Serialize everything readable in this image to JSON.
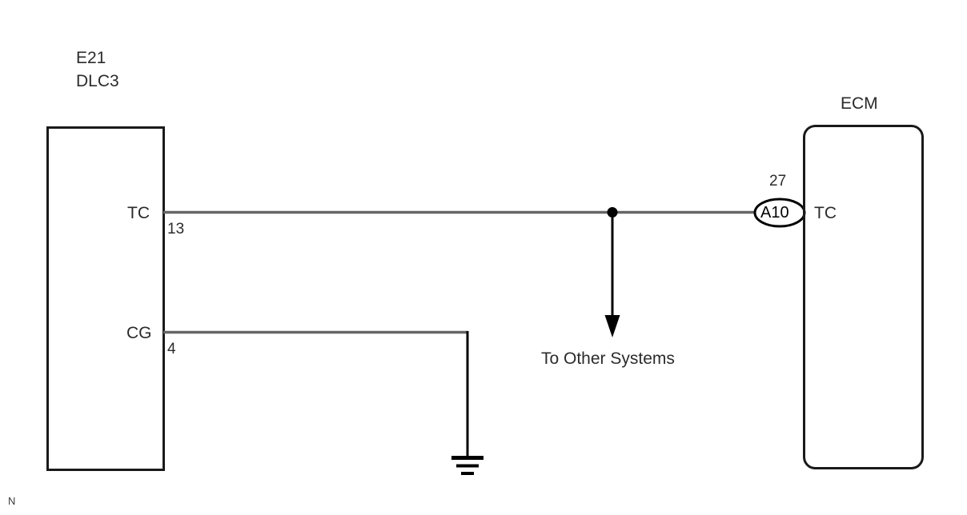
{
  "diagram": {
    "kind": "automotive-wiring-diagram",
    "colors": {
      "background": "#ffffff",
      "box_stroke": "#1a1a1a",
      "wire": "#666666",
      "wire_branch": "#000000",
      "text": "#2b2b2b"
    },
    "connectors": [
      {
        "id": "dlc3",
        "code": "E21",
        "name": "DLC3",
        "shape": "rectangle",
        "pins": [
          {
            "name": "TC",
            "number": "13"
          },
          {
            "name": "CG",
            "number": "4"
          }
        ]
      },
      {
        "id": "ecm",
        "name": "ECM",
        "shape": "rounded-rectangle",
        "pins": [
          {
            "name": "TC",
            "number": "27",
            "terminal": "A10"
          }
        ]
      }
    ],
    "annotations": [
      {
        "id": "to-other-systems",
        "text": "To Other Systems"
      }
    ],
    "symbols": [
      {
        "id": "ground",
        "type": "chassis-ground"
      },
      {
        "id": "junction",
        "type": "wire-junction-dot"
      },
      {
        "id": "branch-arrow",
        "type": "down-arrow"
      }
    ],
    "corner_mark": "N"
  }
}
